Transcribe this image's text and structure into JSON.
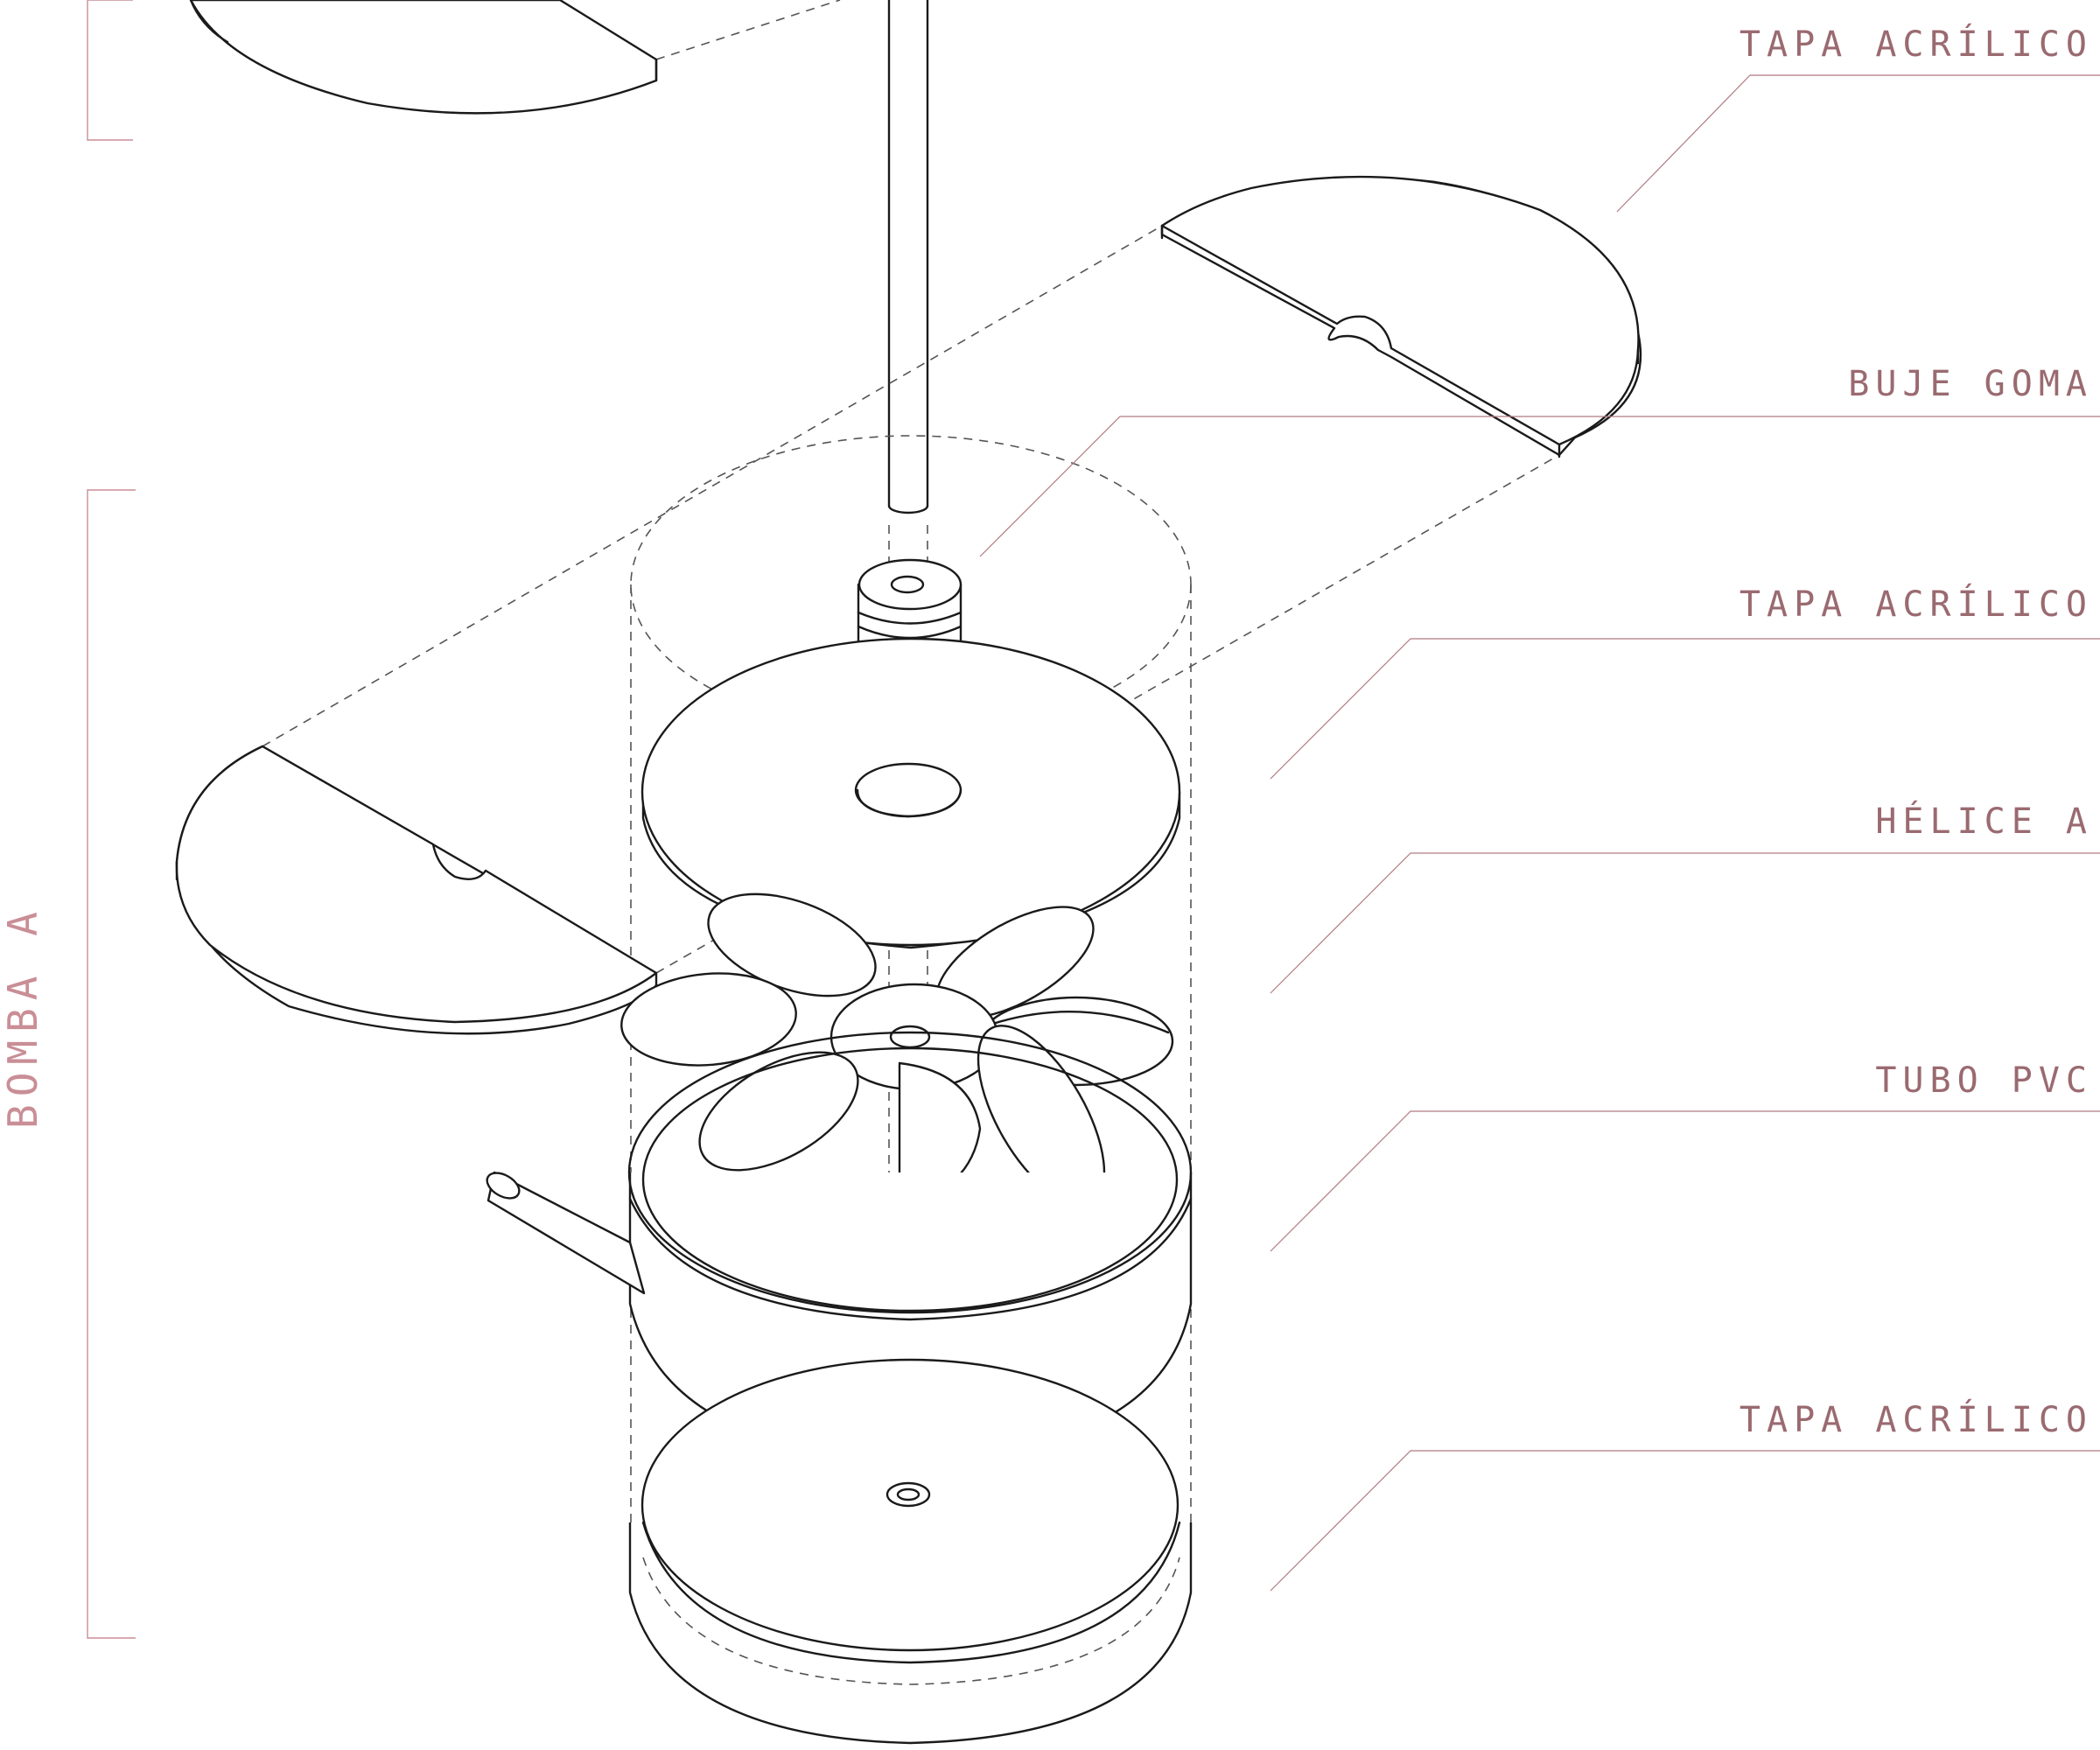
{
  "labels": [
    {
      "id": "tapa-acrilico-top",
      "text": "TAPA ACRÍLICO"
    },
    {
      "id": "buje-goma",
      "text": "BUJE GOMA"
    },
    {
      "id": "tapa-acrilico-middle",
      "text": "TAPA ACRÍLICO"
    },
    {
      "id": "helice-a",
      "text": "HÉLICE A"
    },
    {
      "id": "tubo-pvc",
      "text": "TUBO PVC"
    },
    {
      "id": "tapa-acrilico-bottom",
      "text": "TAPA ACRÍLICO"
    }
  ],
  "assembly_label": "BOMBA A",
  "colors": {
    "linework": "#1a1a1a",
    "annotation": "#9a6a70",
    "bracket": "#c98e96"
  }
}
